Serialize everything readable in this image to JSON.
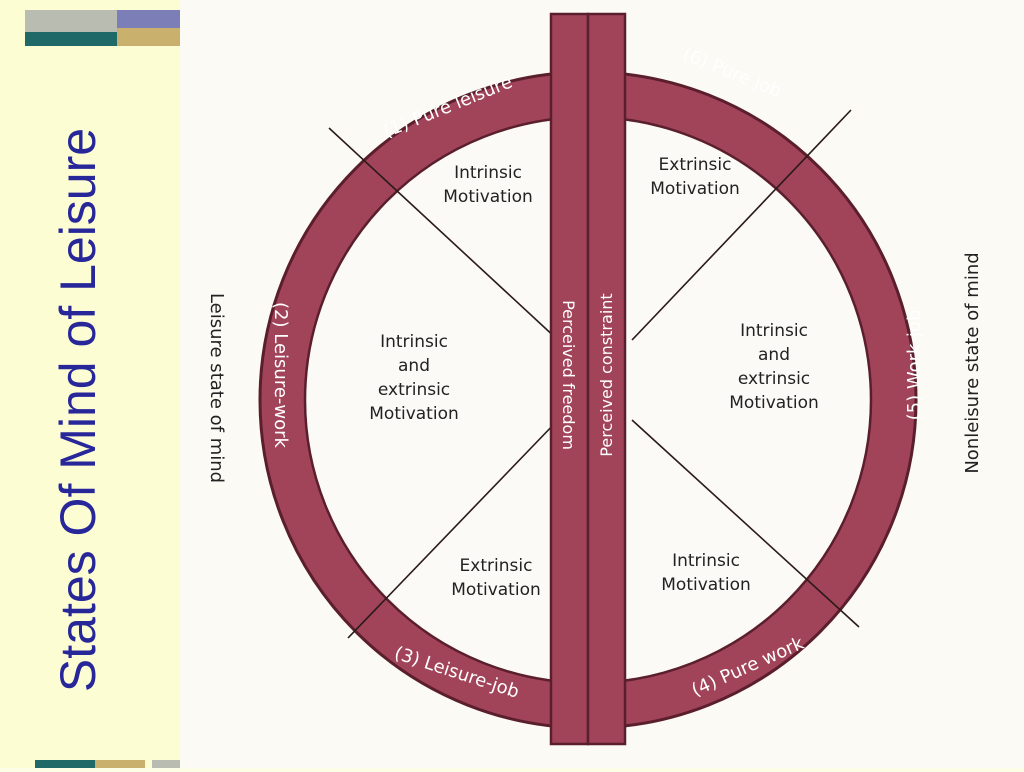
{
  "slide": {
    "title": "States Of Mind of Leisure"
  },
  "diagram": {
    "bands": {
      "left": "Perceived freedom",
      "right": "Perceived constraint"
    },
    "side_labels": {
      "left": "Leisure state of mind",
      "right": "Nonleisure state of mind"
    },
    "segments": [
      {
        "label": "(1) Pure leisure",
        "motivation": [
          "Intrinsic",
          "Motivation"
        ]
      },
      {
        "label": "(2) Leisure-work",
        "motivation": [
          "Intrinsic",
          "and",
          "extrinsic",
          "Motivation"
        ]
      },
      {
        "label": "(3) Leisure-job",
        "motivation": [
          "Extrinsic",
          "Motivation"
        ]
      },
      {
        "label": "(4) Pure work",
        "motivation": [
          "Intrinsic",
          "Motivation"
        ]
      },
      {
        "label": "(5) Work-job",
        "motivation": [
          "Intrinsic",
          "and",
          "extrinsic",
          "Motivation"
        ]
      },
      {
        "label": "(6) Pure job",
        "motivation": [
          "Extrinsic",
          "Motivation"
        ]
      }
    ]
  },
  "colors": {
    "ring": "#a14459",
    "ring_dark": "#7c2a3c",
    "title": "#27279a",
    "panel": "#fdfdd4"
  }
}
